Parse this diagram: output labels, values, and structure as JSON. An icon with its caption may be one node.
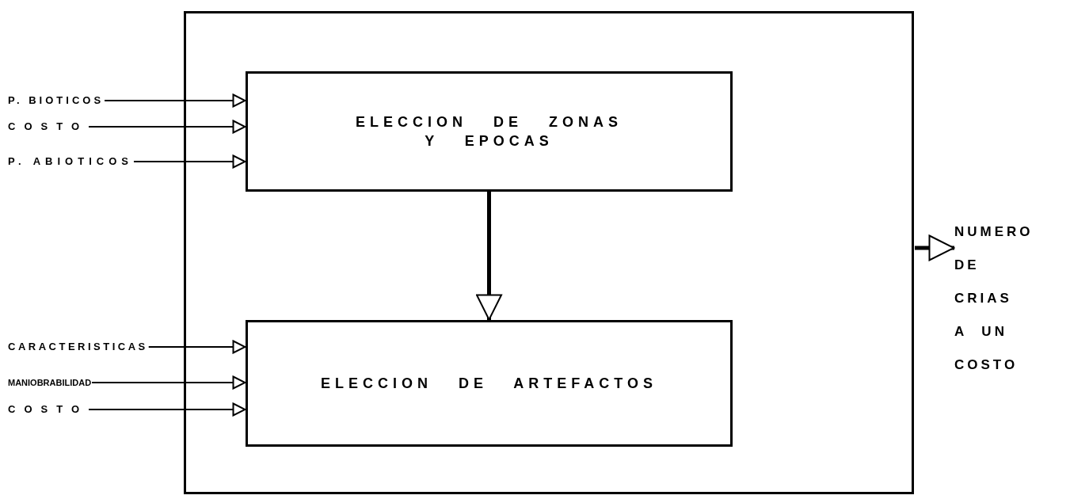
{
  "diagram": {
    "nodes": [
      {
        "text": [],
        "shape": "box"
      },
      {
        "text": [
          "ELECCION DE ZONAS Y EPOCAS"
        ],
        "in": 0
      },
      {
        "text": [
          "ELECCION DE ARTEFACTOS"
        ],
        "in": 0
      },
      {
        "text": [
          "P. BIOTICOS"
        ]
      },
      {
        "text": [
          "COSTO"
        ]
      },
      {
        "text": [
          "P. ABIOTICOS"
        ]
      },
      {
        "text": [
          "CARACTERISTICAS"
        ]
      },
      {
        "text": [
          "MANIOBRABILIDAD"
        ]
      },
      {
        "text": [
          "COSTO"
        ]
      },
      {
        "text": [
          "NUMERO DE CRIAS A UN COSTO"
        ]
      }
    ],
    "edges": [
      {
        "from": 3,
        "to": 1,
        "arrow": "to"
      },
      {
        "from": 4,
        "to": 1,
        "arrow": "to"
      },
      {
        "from": 5,
        "to": 1,
        "arrow": "to"
      },
      {
        "from": 1,
        "to": 2,
        "arrow": "to",
        "style": "thick"
      },
      {
        "from": 6,
        "to": 2,
        "arrow": "to"
      },
      {
        "from": 7,
        "to": 2,
        "arrow": "to"
      },
      {
        "from": 8,
        "to": 2,
        "arrow": "to"
      },
      {
        "from": 0,
        "to": 9,
        "arrow": "to",
        "style": "thick"
      }
    ]
  }
}
